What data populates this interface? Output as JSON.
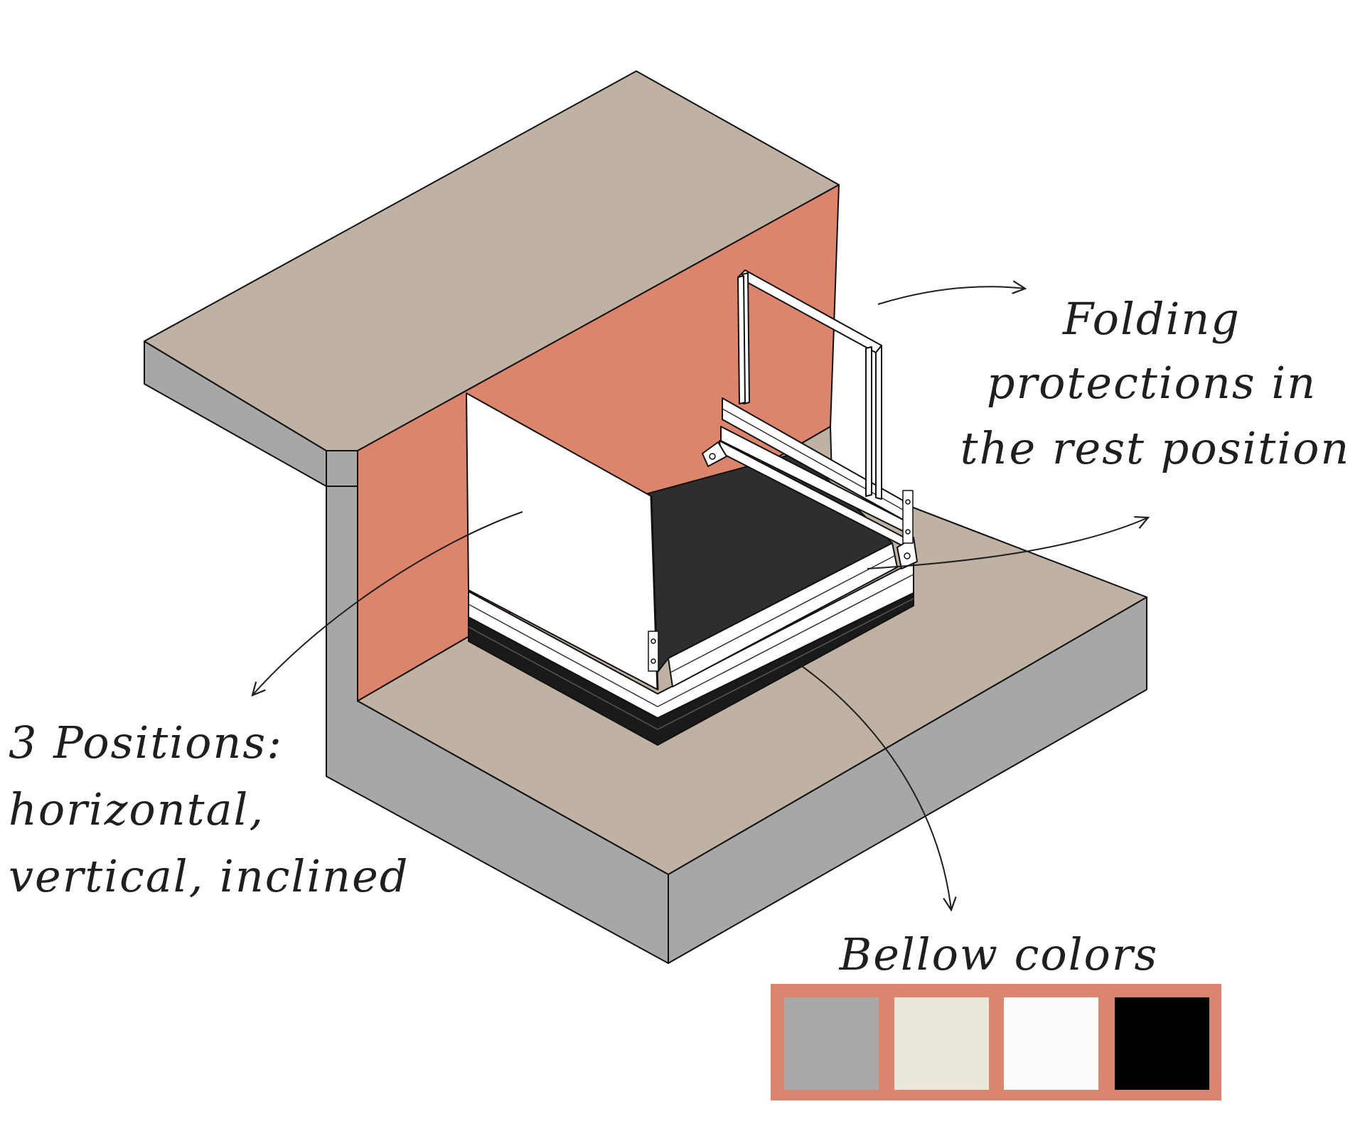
{
  "annotations": {
    "folding": {
      "lines": [
        "Folding",
        "protections in",
        "the rest position"
      ]
    },
    "positions": {
      "lines": [
        "3 Positions:",
        "horizontal,",
        "vertical, inclined"
      ]
    },
    "bellow": {
      "title": "Bellow colors"
    }
  },
  "swatches": {
    "frame_color": "#DA8570",
    "items": [
      {
        "name": "grey",
        "color": "#A9A9A9"
      },
      {
        "name": "beige",
        "color": "#E9E7DC"
      },
      {
        "name": "white",
        "color": "#FBFBF9"
      },
      {
        "name": "black",
        "color": "#000000"
      }
    ]
  },
  "colors": {
    "ground_top": "#BFB2A2",
    "ground_side": "#A7A7A7",
    "wall": "#DC846C",
    "platform_floor": "#2E2E2E",
    "panel": "#FFFFFF",
    "bellow": "#1A1A1A",
    "outline": "#111111"
  }
}
